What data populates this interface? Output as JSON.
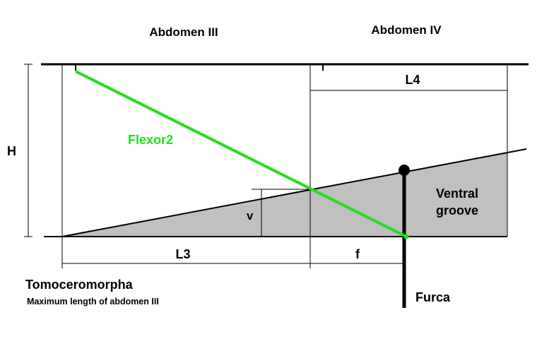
{
  "labels": {
    "abdomen_iii": "Abdomen III",
    "abdomen_iv": "Abdomen IV",
    "h": "H",
    "l4": "L4",
    "flexor2": "Flexor2",
    "v": "v",
    "ventral_groove_line1": "Ventral",
    "ventral_groove_line2": "groove",
    "l3": "L3",
    "f": "f",
    "tomoceromorpha": "Tomoceromorpha",
    "caption": "Maximum length of abdomen III",
    "furca": "Furca"
  },
  "colors": {
    "flexor": "#22e01c",
    "groove_fill": "#c0c0c0",
    "line": "#000000"
  }
}
